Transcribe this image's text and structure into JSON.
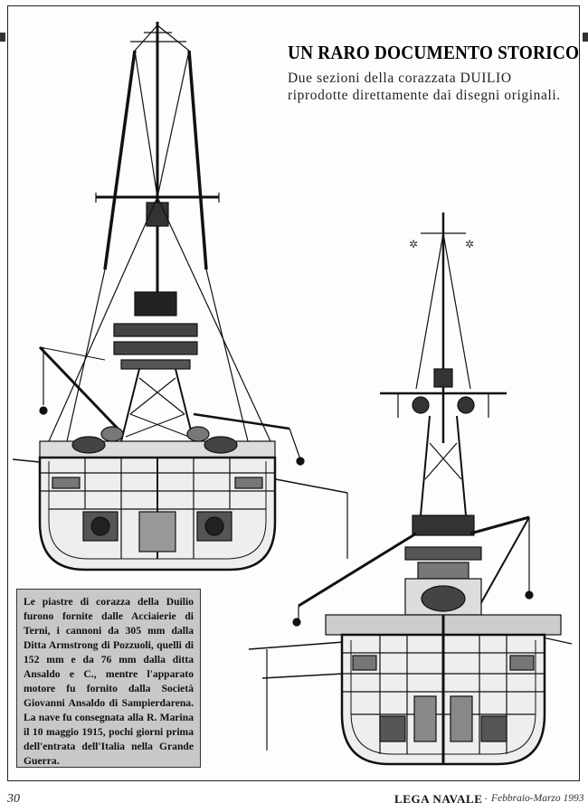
{
  "article": {
    "title": "UN RARO DOCUMENTO STORICO",
    "subtitle": "Due sezioni della corazzata DUILIO riprodotte direttamente dai disegni originali."
  },
  "caption": {
    "text": "Le piastre di corazza della Duilio furono fornite dalle Acciaierie di Terni, i cannoni da 305 mm dalla Ditta Armstrong di Pozzuoli, quelli di 152 mm e da 76 mm dalla ditta Ansaldo e C., mentre l'apparato motore fu fornito dalla Società Giovanni Ansaldo di Sampierdarena. La nave fu consegnata alla R. Marina il 10 maggio 1915, pochi giorni prima dell'entrata dell'Italia nella Grande Guerra."
  },
  "footer": {
    "page_number": "30",
    "magazine": "LEGA NAVALE",
    "separator": "·",
    "issue_date": "Febbraio-Marzo 1993"
  },
  "figures": [
    {
      "name": "ship-section-left"
    },
    {
      "name": "ship-section-right"
    }
  ]
}
